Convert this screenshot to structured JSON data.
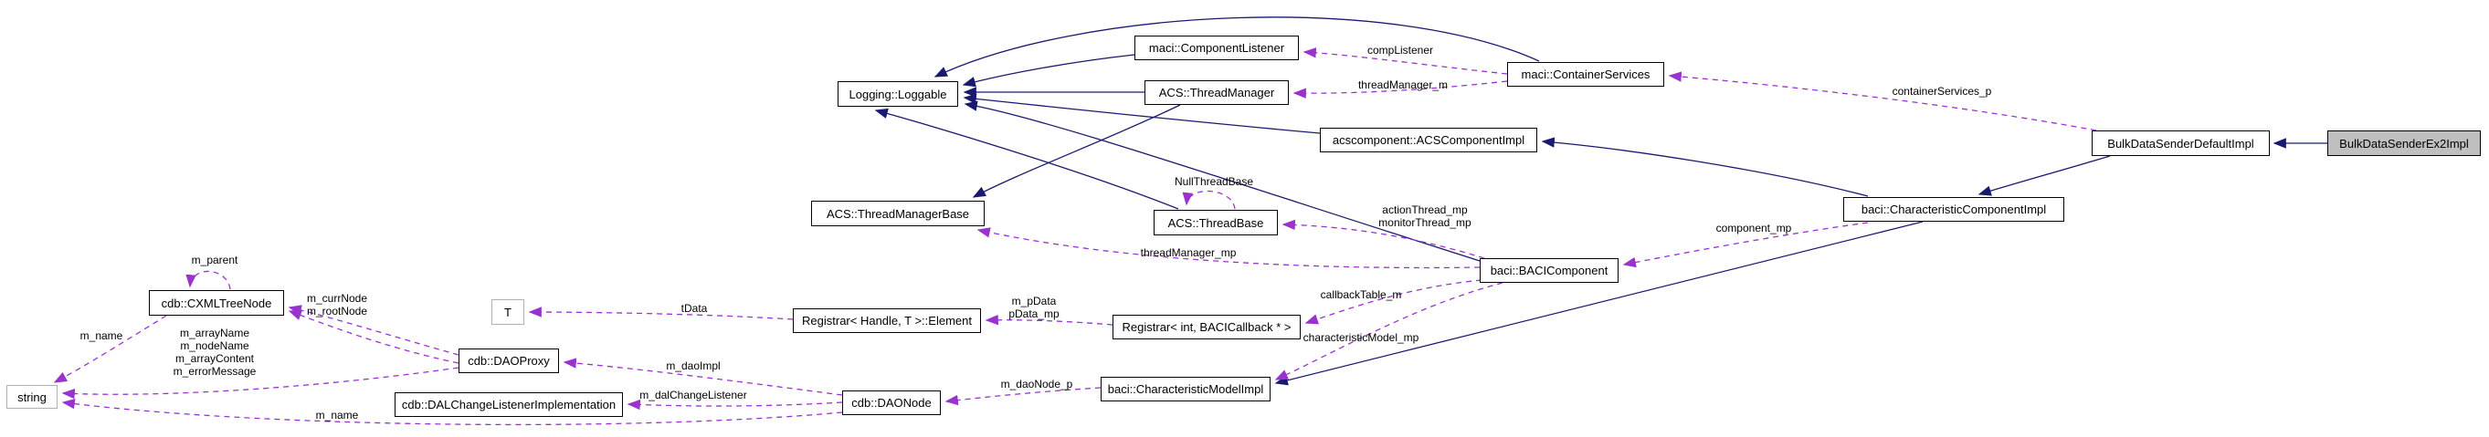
{
  "diagram": {
    "kind": "class collaboration graph",
    "highlighted_node": "BulkDataSenderEx2Impl",
    "colors": {
      "background": "#ffffff",
      "inheritance_edge": "#191970",
      "member_edge": "#9a32cd",
      "node_border": "#000000",
      "external_node_border": "#b0b0b0",
      "highlight_fill": "#bfbfbf",
      "node_fill": "#ffffff",
      "text": "#000000"
    }
  },
  "nodes": [
    {
      "id": "logging-loggable",
      "label": "Logging::Loggable"
    },
    {
      "id": "maci-component-listener",
      "label": "maci::ComponentListener"
    },
    {
      "id": "acs-thread-manager",
      "label": "ACS::ThreadManager"
    },
    {
      "id": "maci-container-services",
      "label": "maci::ContainerServices"
    },
    {
      "id": "acscomponent-acs-component-impl",
      "label": "acscomponent::ACSComponentImpl"
    },
    {
      "id": "acs-thread-manager-base",
      "label": "ACS::ThreadManagerBase"
    },
    {
      "id": "acs-thread-base",
      "label": "ACS::ThreadBase"
    },
    {
      "id": "baci-baci-component",
      "label": "baci::BACIComponent"
    },
    {
      "id": "baci-characteristic-component-impl",
      "label": "baci::CharacteristicComponentImpl"
    },
    {
      "id": "bulk-data-sender-default-impl",
      "label": "BulkDataSenderDefaultImpl"
    },
    {
      "id": "bulk-data-sender-ex2-impl",
      "label": "BulkDataSenderEx2Impl"
    },
    {
      "id": "cdb-cxml-tree-node",
      "label": "cdb::CXMLTreeNode"
    },
    {
      "id": "string",
      "label": "string"
    },
    {
      "id": "t",
      "label": "T"
    },
    {
      "id": "registrar-handle-t-element",
      "label": "Registrar< Handle, T >::Element"
    },
    {
      "id": "registrar-int-bacicallback",
      "label": "Registrar< int, BACICallback * >"
    },
    {
      "id": "cdb-dao-proxy",
      "label": "cdb::DAOProxy"
    },
    {
      "id": "cdb-dal-change-listener-implementation",
      "label": "cdb::DALChangeListenerImplementation"
    },
    {
      "id": "cdb-dao-node",
      "label": "cdb::DAONode"
    },
    {
      "id": "baci-characteristic-model-impl",
      "label": "baci::CharacteristicModelImpl"
    }
  ],
  "labels": [
    {
      "text": "compListener"
    },
    {
      "text": "threadManager_m"
    },
    {
      "text": "containerServices_p"
    },
    {
      "text": "NullThreadBase"
    },
    {
      "text": "actionThread_mp"
    },
    {
      "text": "monitorThread_mp"
    },
    {
      "text": "threadManager_mp"
    },
    {
      "text": "component_mp"
    },
    {
      "text": "callbackTable_m"
    },
    {
      "text": "characteristicModel_mp"
    },
    {
      "text": "m_pData"
    },
    {
      "text": "pData_mp"
    },
    {
      "text": "tData"
    },
    {
      "text": "m_daoNode_p"
    },
    {
      "text": "m_daoImpl"
    },
    {
      "text": "m_dalChangeListener"
    },
    {
      "text": "m_currNode"
    },
    {
      "text": "m_rootNode"
    },
    {
      "text": "m_parent"
    },
    {
      "text": "m_name"
    },
    {
      "text": "m_arrayName"
    },
    {
      "text": "m_nodeName"
    },
    {
      "text": "m_arrayContent"
    },
    {
      "text": "m_errorMessage"
    },
    {
      "text": "m_name"
    }
  ],
  "edges": [
    {
      "from": "maci::ComponentListener",
      "to": "Logging::Loggable",
      "type": "inheritance"
    },
    {
      "from": "ACS::ThreadManager",
      "to": "Logging::Loggable",
      "type": "inheritance"
    },
    {
      "from": "maci::ContainerServices",
      "to": "Logging::Loggable",
      "type": "inheritance"
    },
    {
      "from": "acscomponent::ACSComponentImpl",
      "to": "Logging::Loggable",
      "type": "inheritance"
    },
    {
      "from": "baci::BACIComponent",
      "to": "Logging::Loggable",
      "type": "inheritance"
    },
    {
      "from": "ACS::ThreadBase",
      "to": "Logging::Loggable",
      "type": "inheritance"
    },
    {
      "from": "ACS::ThreadManager",
      "to": "ACS::ThreadManagerBase",
      "type": "inheritance"
    },
    {
      "from": "BulkDataSenderEx2Impl",
      "to": "BulkDataSenderDefaultImpl",
      "type": "inheritance"
    },
    {
      "from": "BulkDataSenderDefaultImpl",
      "to": "baci::CharacteristicComponentImpl",
      "type": "inheritance"
    },
    {
      "from": "baci::CharacteristicComponentImpl",
      "to": "acscomponent::ACSComponentImpl",
      "type": "inheritance"
    },
    {
      "from": "baci::CharacteristicComponentImpl",
      "to": "baci::CharacteristicModelImpl",
      "type": "inheritance"
    },
    {
      "from": "maci::ContainerServices",
      "to": "maci::ComponentListener",
      "type": "member",
      "label": "compListener"
    },
    {
      "from": "maci::ContainerServices",
      "to": "ACS::ThreadManager",
      "type": "member",
      "label": "threadManager_m"
    },
    {
      "from": "BulkDataSenderDefaultImpl",
      "to": "maci::ContainerServices",
      "type": "member",
      "label": "containerServices_p"
    },
    {
      "from": "ACS::ThreadBase",
      "to": "ACS::ThreadBase",
      "type": "member",
      "label": "NullThreadBase"
    },
    {
      "from": "baci::BACIComponent",
      "to": "ACS::ThreadBase",
      "type": "member",
      "label": "actionThread_mp monitorThread_mp"
    },
    {
      "from": "baci::BACIComponent",
      "to": "ACS::ThreadManagerBase",
      "type": "member",
      "label": "threadManager_mp"
    },
    {
      "from": "baci::CharacteristicComponentImpl",
      "to": "baci::BACIComponent",
      "type": "member",
      "label": "component_mp"
    },
    {
      "from": "baci::BACIComponent",
      "to": "Registrar< int, BACICallback * >",
      "type": "member",
      "label": "callbackTable_m"
    },
    {
      "from": "baci::BACIComponent",
      "to": "baci::CharacteristicModelImpl",
      "type": "member",
      "label": "characteristicModel_mp"
    },
    {
      "from": "Registrar< int, BACICallback * >",
      "to": "Registrar< Handle, T >::Element",
      "type": "member",
      "label": "m_pData pData_mp"
    },
    {
      "from": "Registrar< Handle, T >::Element",
      "to": "T",
      "type": "member",
      "label": "tData"
    },
    {
      "from": "baci::CharacteristicModelImpl",
      "to": "cdb::DAONode",
      "type": "member",
      "label": "m_daoNode_p"
    },
    {
      "from": "cdb::DAONode",
      "to": "cdb::DAOProxy",
      "type": "member",
      "label": "m_daoImpl"
    },
    {
      "from": "cdb::DAONode",
      "to": "cdb::DALChangeListenerImplementation",
      "type": "member",
      "label": "m_dalChangeListener"
    },
    {
      "from": "cdb::DAOProxy",
      "to": "cdb::CXMLTreeNode",
      "type": "member",
      "label": "m_currNode m_rootNode"
    },
    {
      "from": "cdb::CXMLTreeNode",
      "to": "cdb::CXMLTreeNode",
      "type": "member",
      "label": "m_parent"
    },
    {
      "from": "cdb::CXMLTreeNode",
      "to": "string",
      "type": "member",
      "label": "m_name"
    },
    {
      "from": "cdb::DAOProxy",
      "to": "string",
      "type": "member",
      "label": "m_arrayName m_nodeName m_arrayContent m_errorMessage"
    },
    {
      "from": "cdb::DAONode",
      "to": "string",
      "type": "member",
      "label": "m_name"
    }
  ]
}
